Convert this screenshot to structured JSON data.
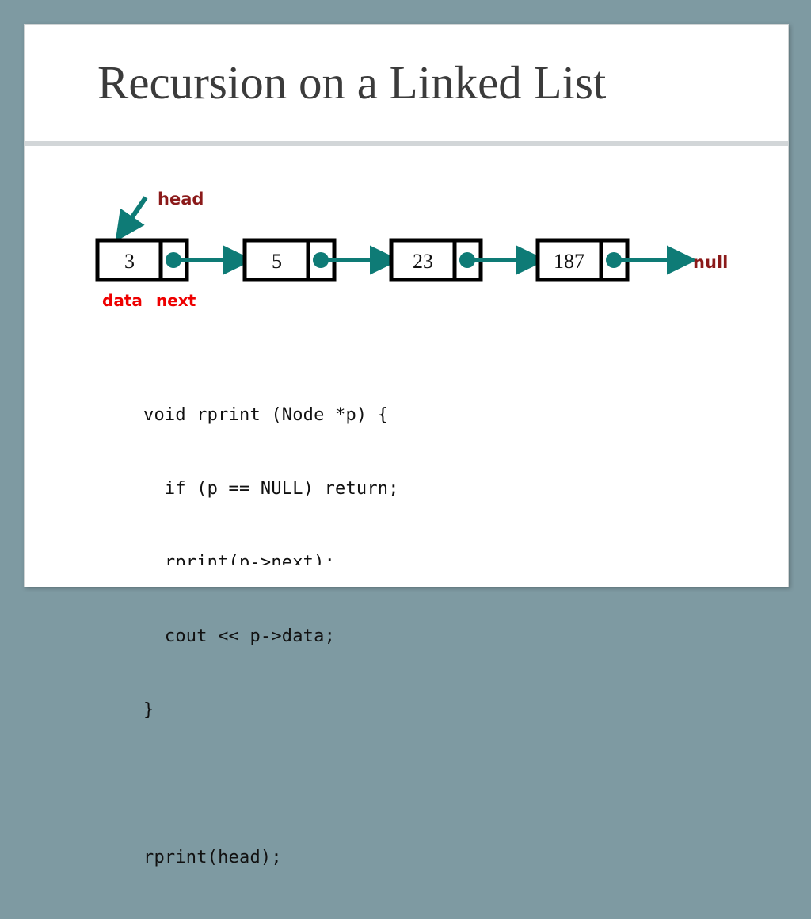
{
  "slide": {
    "title": "Recursion on a Linked List",
    "background_color": "#7e9aa2",
    "slide_color": "#ffffff",
    "title_color": "#3b3b3b",
    "divider_color": "#d2d6d8"
  },
  "diagram": {
    "accent_color": "#0e7b76",
    "label_red_bright": "#ee0000",
    "label_red_dark": "#8b1a1a",
    "node_border_color": "#000000",
    "head_label": "head",
    "data_label": "data",
    "next_label": "next",
    "null_label": "null",
    "nodes": [
      {
        "value": "3"
      },
      {
        "value": "5"
      },
      {
        "value": "23"
      },
      {
        "value": "187"
      }
    ]
  },
  "code": {
    "lines": [
      "void rprint (Node *p) {",
      "  if (p == NULL) return;",
      "  rprint(p->next);",
      "  cout << p->data;",
      "}",
      "",
      "rprint(head);"
    ]
  }
}
